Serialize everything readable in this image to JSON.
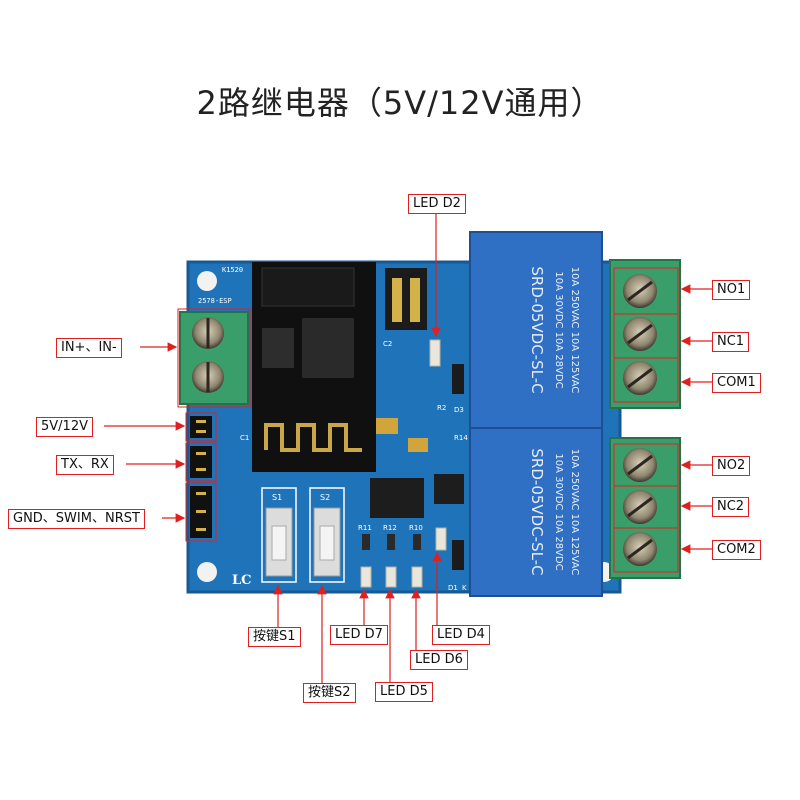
{
  "title": "2路继电器（5V/12V通用）",
  "board": {
    "marking_esp": "2578-ESP",
    "marking_top": "K1520",
    "marking_lc": "LC",
    "relays": [
      {
        "line1": "10A 250VAC  10A 125VAC",
        "line2": "10A  30VDC  10A  28VDC",
        "line3": "SRD-05VDC-SL-C"
      },
      {
        "line1": "10A 250VAC  10A 125VAC",
        "line2": "10A  30VDC  10A  28VDC",
        "line3": "SRD-05VDC-SL-C"
      }
    ],
    "silk": {
      "c2": "C2",
      "s1": "S1",
      "s2": "S2",
      "r11": "R11",
      "r12": "R12",
      "r10": "R10",
      "d3": "D3",
      "r14": "R14",
      "d1": "D1",
      "k": "K",
      "r2": "R2",
      "c1": "C1"
    }
  },
  "callouts": {
    "led_d2": "LED D2",
    "in": "IN+、IN-",
    "v512": "5V/12V",
    "txrx": "TX、RX",
    "gnd": "GND、SWIM、NRST",
    "no1": "NO1",
    "nc1": "NC1",
    "com1": "COM1",
    "no2": "NO2",
    "nc2": "NC2",
    "com2": "COM2",
    "key_s1": "按键S1",
    "key_s2": "按键S2",
    "led_d7": "LED D7",
    "led_d6": "LED D6",
    "led_d5": "LED D5",
    "led_d4": "LED D4"
  },
  "colors": {
    "pcb": "#1f73b8",
    "pcb_dark": "#155a95",
    "relay": "#2f6fc4",
    "terminal": "#3a9e6a",
    "leader": "#e02020"
  }
}
